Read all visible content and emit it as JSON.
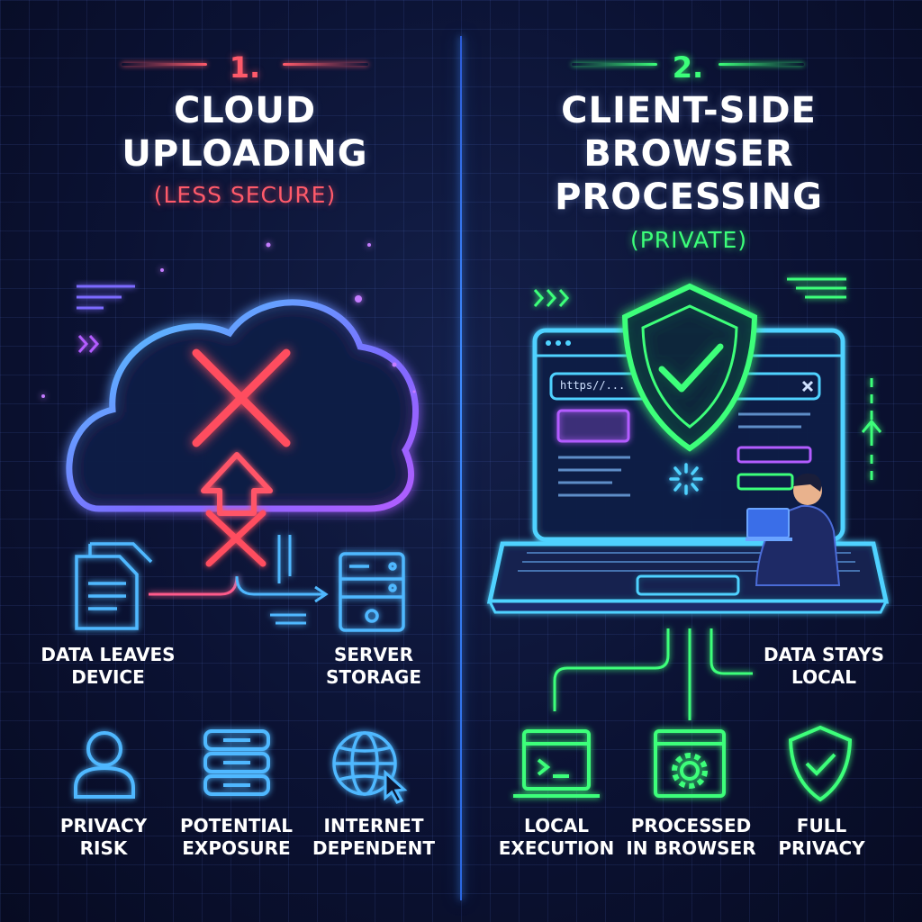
{
  "left": {
    "number": "1.",
    "title_line1": "CLOUD",
    "title_line2": "UPLOADING",
    "subtitle": "(LESS SECURE)",
    "accent_color": "#ff4d5e",
    "labels": {
      "data_leaves_1": "DATA LEAVES",
      "data_leaves_2": "DEVICE",
      "server_1": "SERVER",
      "server_2": "STORAGE",
      "privacy_1": "PRIVACY",
      "privacy_2": "RISK",
      "exposure_1": "POTENTIAL",
      "exposure_2": "EXPOSURE",
      "internet_1": "INTERNET",
      "internet_2": "DEPENDENT"
    },
    "icons": [
      "cloud-icon",
      "x-icon",
      "upload-arrow-icon",
      "document-icon",
      "server-icon",
      "user-icon",
      "database-icon",
      "globe-icon",
      "cursor-icon"
    ]
  },
  "right": {
    "number": "2.",
    "title_line1": "CLIENT-SIDE",
    "title_line2": "BROWSER",
    "title_line3": "PROCESSING",
    "subtitle": "(PRIVATE)",
    "accent_color": "#3cff7a",
    "browser_url": "https//...",
    "labels": {
      "data_stays_1": "DATA STAYS",
      "data_stays_2": "LOCAL",
      "local_1": "LOCAL",
      "local_2": "EXECUTION",
      "processed_1": "PROCESSED",
      "processed_2": "IN BROWSER",
      "privacy_1": "FULL",
      "privacy_2": "PRIVACY"
    },
    "icons": [
      "laptop-icon",
      "shield-check-icon",
      "spinner-icon",
      "person-icon",
      "terminal-icon",
      "gear-icon",
      "shield-icon"
    ]
  }
}
